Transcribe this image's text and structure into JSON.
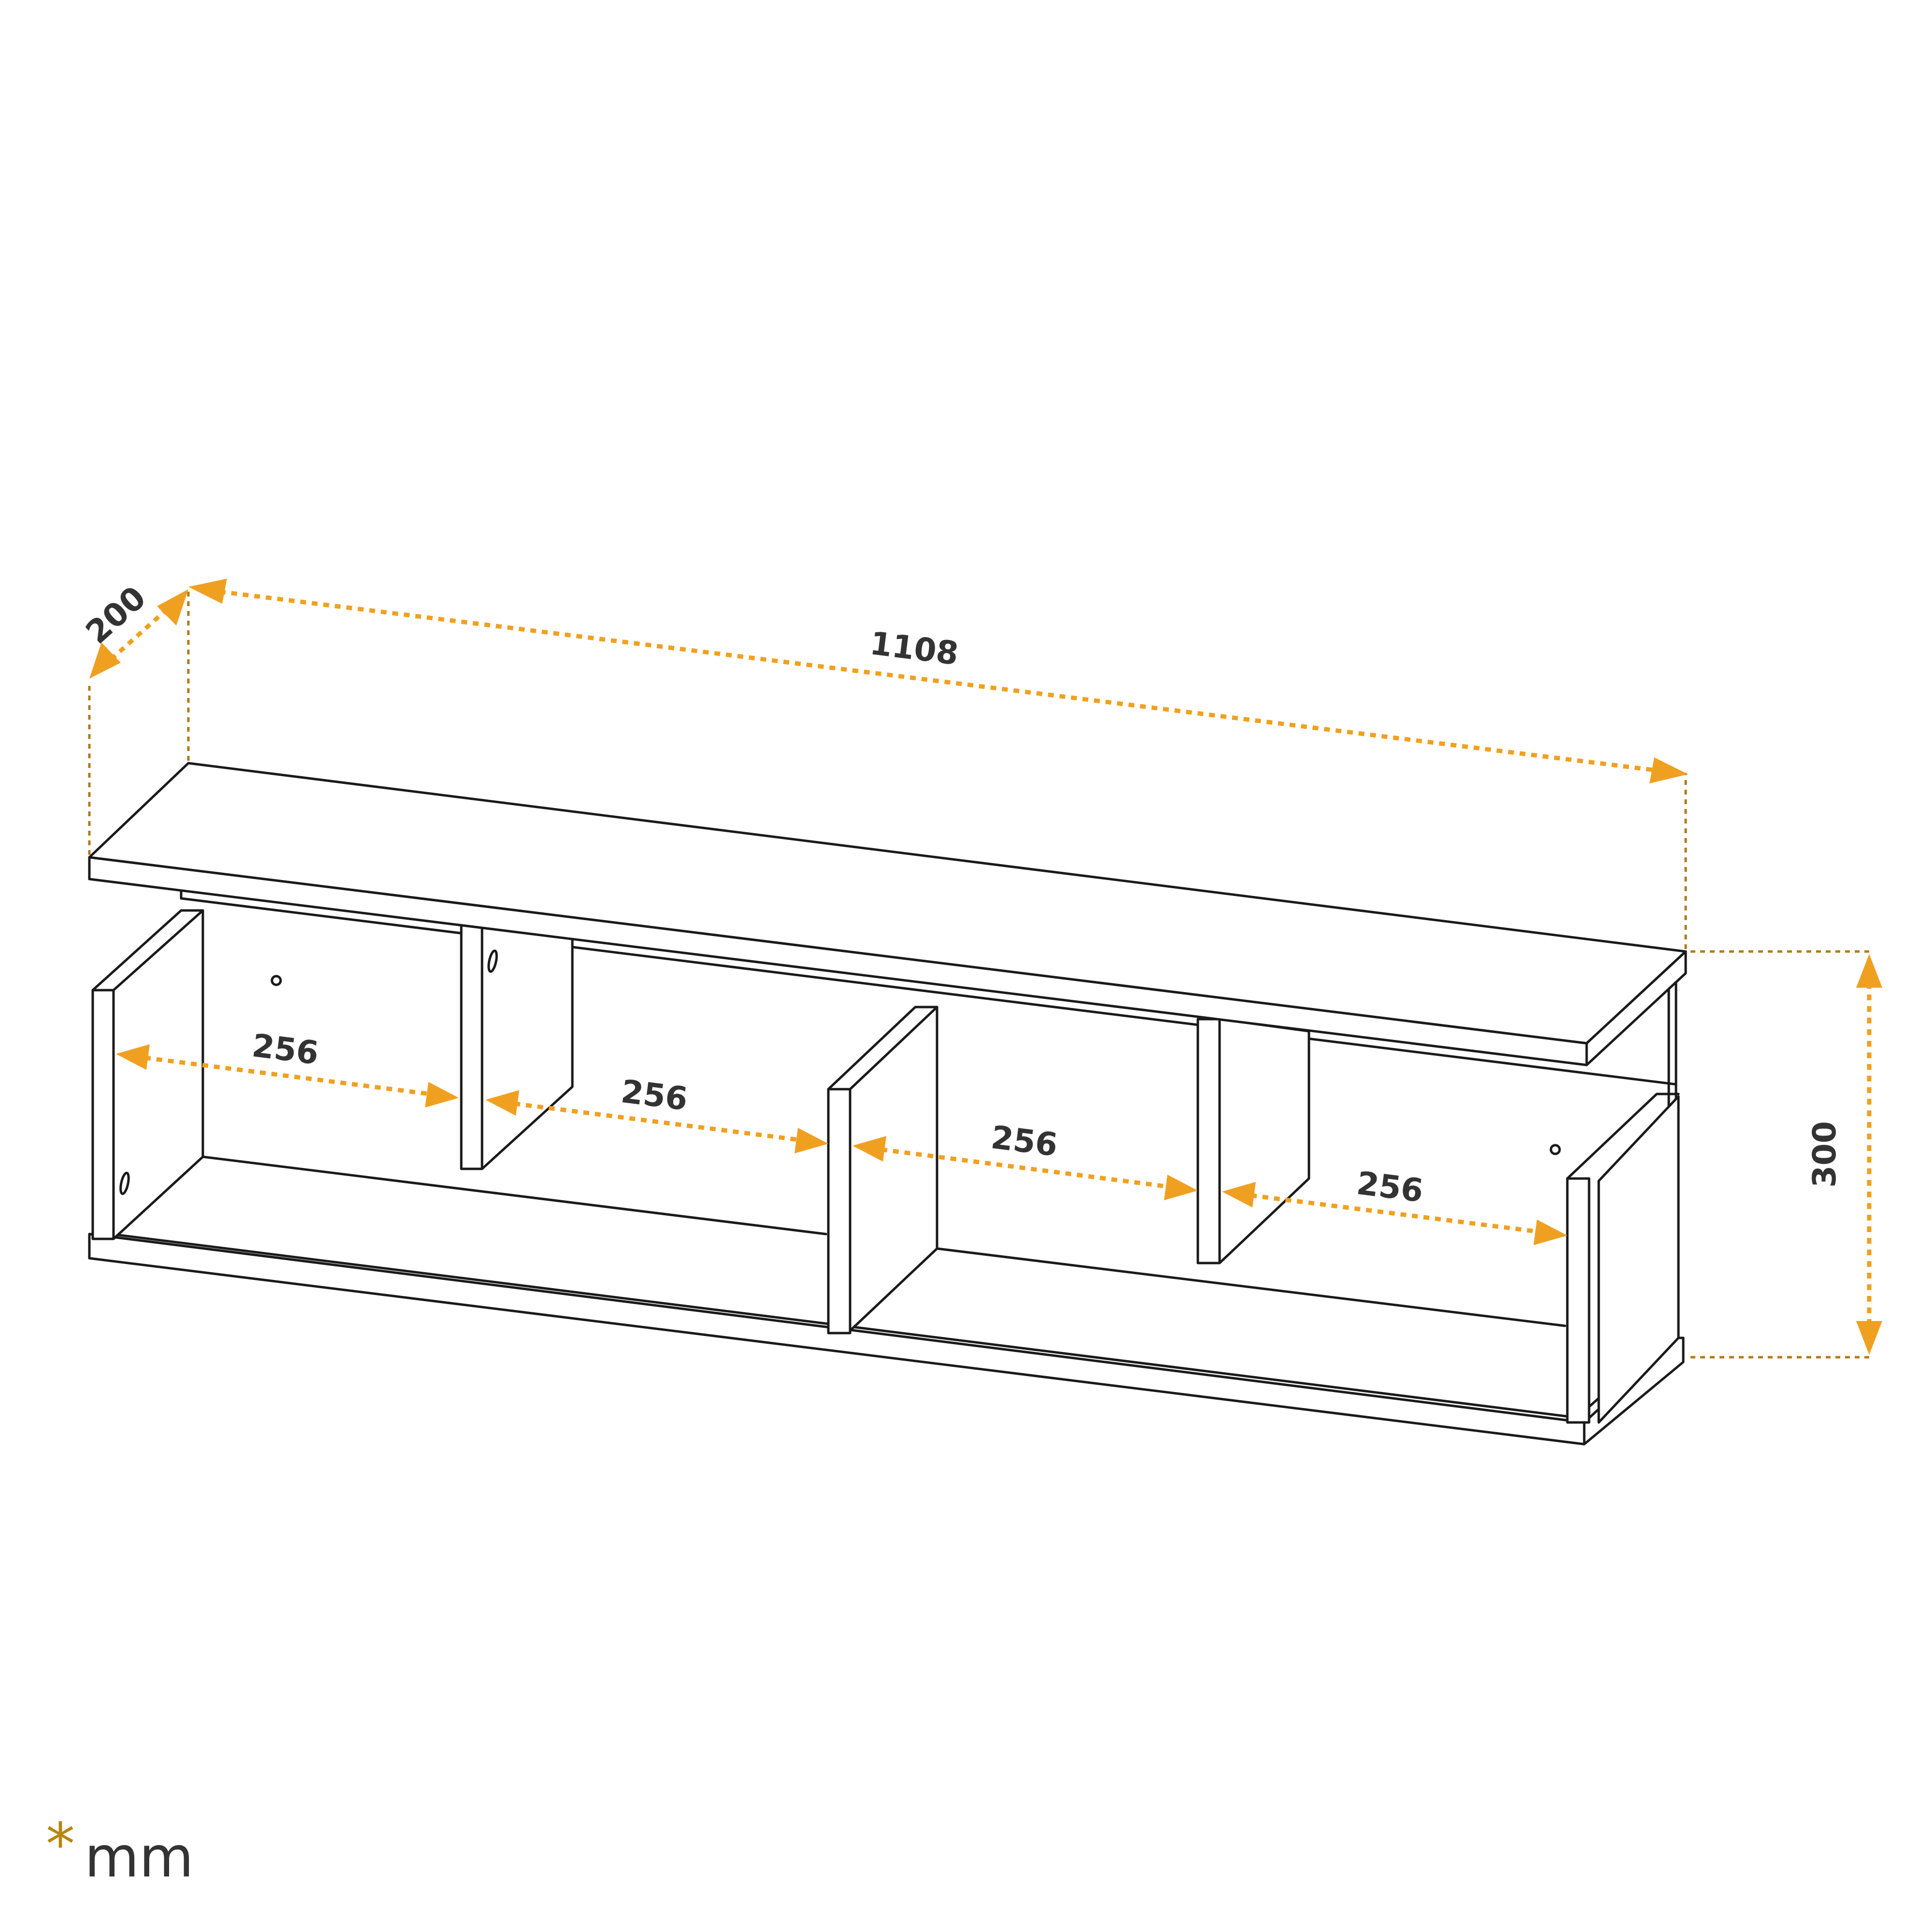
{
  "dimensions": {
    "width_label": "1108",
    "depth_label": "200",
    "height_label": "300",
    "compartments": [
      "256",
      "256",
      "256",
      "256"
    ]
  },
  "unit": {
    "symbol": "*",
    "label": "mm"
  },
  "colors": {
    "dimension_line": "#f0a020",
    "extension_line": "#b07a1a",
    "outline": "#1a1a1a",
    "label_text": "#333333"
  }
}
